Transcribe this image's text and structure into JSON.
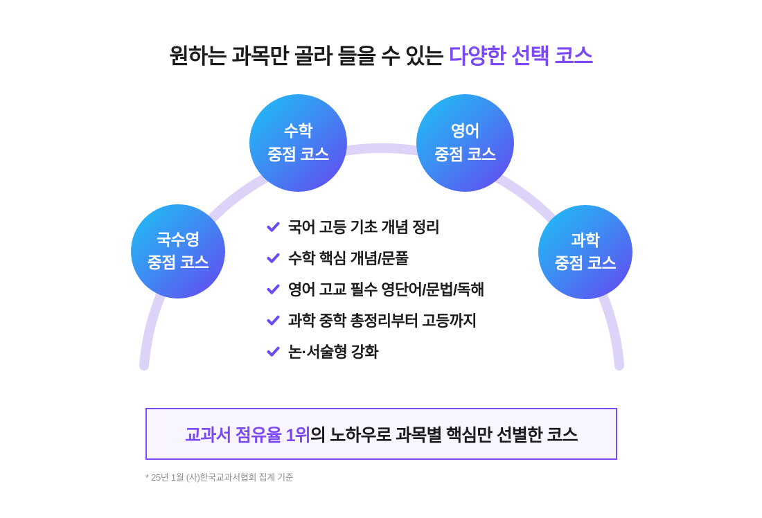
{
  "title": {
    "prefix": "원하는 과목만 골라 들을 수 있는 ",
    "highlight": "다양한 선택 코스"
  },
  "courses": [
    {
      "id": "korean-math-english",
      "line1": "국수영",
      "line2": "중점 코스"
    },
    {
      "id": "math",
      "line1": "수학",
      "line2": "중점 코스"
    },
    {
      "id": "english",
      "line1": "영어",
      "line2": "중점 코스"
    },
    {
      "id": "science",
      "line1": "과학",
      "line2": "중점 코스"
    }
  ],
  "checklist": {
    "check_icon": "check-icon",
    "items": [
      "국어 고등 기초 개념 정리",
      "수학 핵심 개념/문풀",
      "영어 고교 필수 영단어/문법/독해",
      "과학 중학 총정리부터 고등까지",
      "논·서술형 강화"
    ]
  },
  "highlight_box": {
    "highlight": "교과서 점유율 1위",
    "rest": "의 노하우로 과목별 핵심만 선별한 코스"
  },
  "footnote": "* 25년 1월 (사)한국교과서협회 집계 기준",
  "colors": {
    "accent_purple": "#7b49f6",
    "check_purple": "#6c4bf4",
    "arc_lavender": "#ddd2f8",
    "circle_gradient_start": "#1cc2f4",
    "circle_gradient_end": "#6645f1",
    "text_dark": "#1b1b1e",
    "box_background": "#f8f5fe",
    "footnote_gray": "#8f8f94"
  }
}
